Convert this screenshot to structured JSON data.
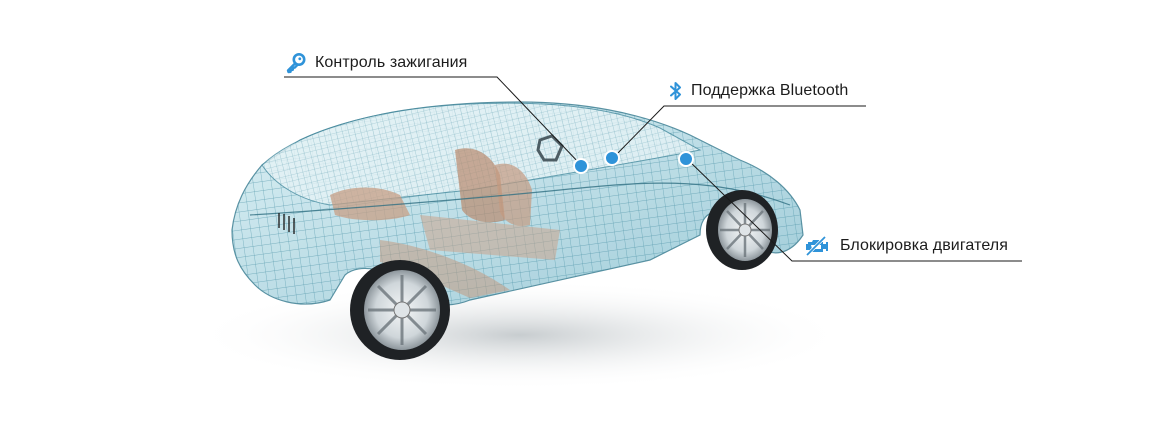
{
  "callouts": [
    {
      "id": "ignition",
      "icon": "key-icon",
      "label": "Контроль зажигания"
    },
    {
      "id": "bluetooth",
      "icon": "bluetooth-icon",
      "label": "Поддержка Bluetooth"
    },
    {
      "id": "engine",
      "icon": "engine-blocked-icon",
      "label": "Блокировка двигателя"
    }
  ],
  "colors": {
    "accent": "#2f93d9",
    "line": "#1a1a1a",
    "text": "#1c1c1c",
    "wireframe": "#5aa3b8",
    "body_fill": "#b9dde6"
  }
}
